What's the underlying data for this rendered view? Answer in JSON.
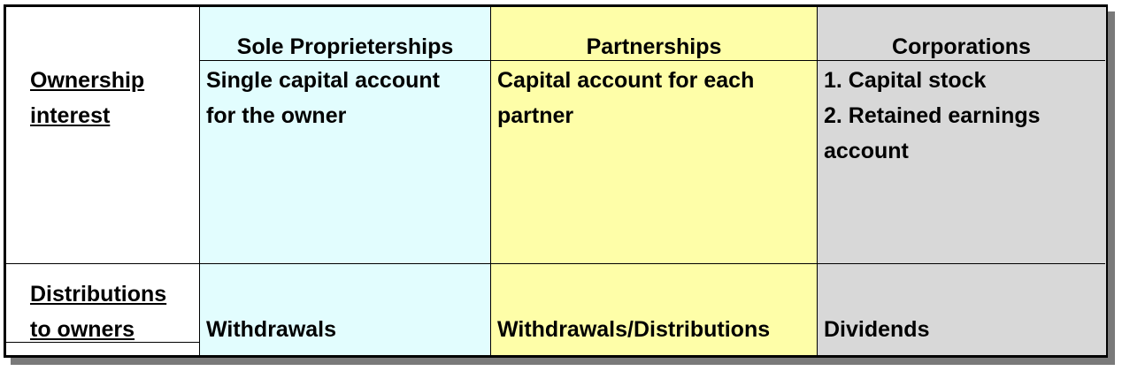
{
  "headers": {
    "sole": "Sole Proprieterships",
    "partnerships": "Partnerships",
    "corporations": "Corporations"
  },
  "rows": {
    "ownership": {
      "label_line1": "Ownership",
      "label_line2": "interest",
      "sole_line1": "Single capital account",
      "sole_line2": "for the owner",
      "partnerships_line1": "Capital account for each",
      "partnerships_line2": "partner",
      "corporations_line1": "1. Capital stock",
      "corporations_line2": "2. Retained earnings",
      "corporations_line3": "account"
    },
    "distributions": {
      "label_line1": "Distributions",
      "label_line2": "to owners",
      "sole": "Withdrawals",
      "partnerships": "Withdrawals/Distributions",
      "corporations": "Dividends"
    }
  },
  "colors": {
    "sole_bg": "#e2fdfe",
    "partnerships_bg": "#fefea8",
    "corporations_bg": "#d8d8d8",
    "border": "#000000",
    "shadow": "#7a7a7a"
  }
}
